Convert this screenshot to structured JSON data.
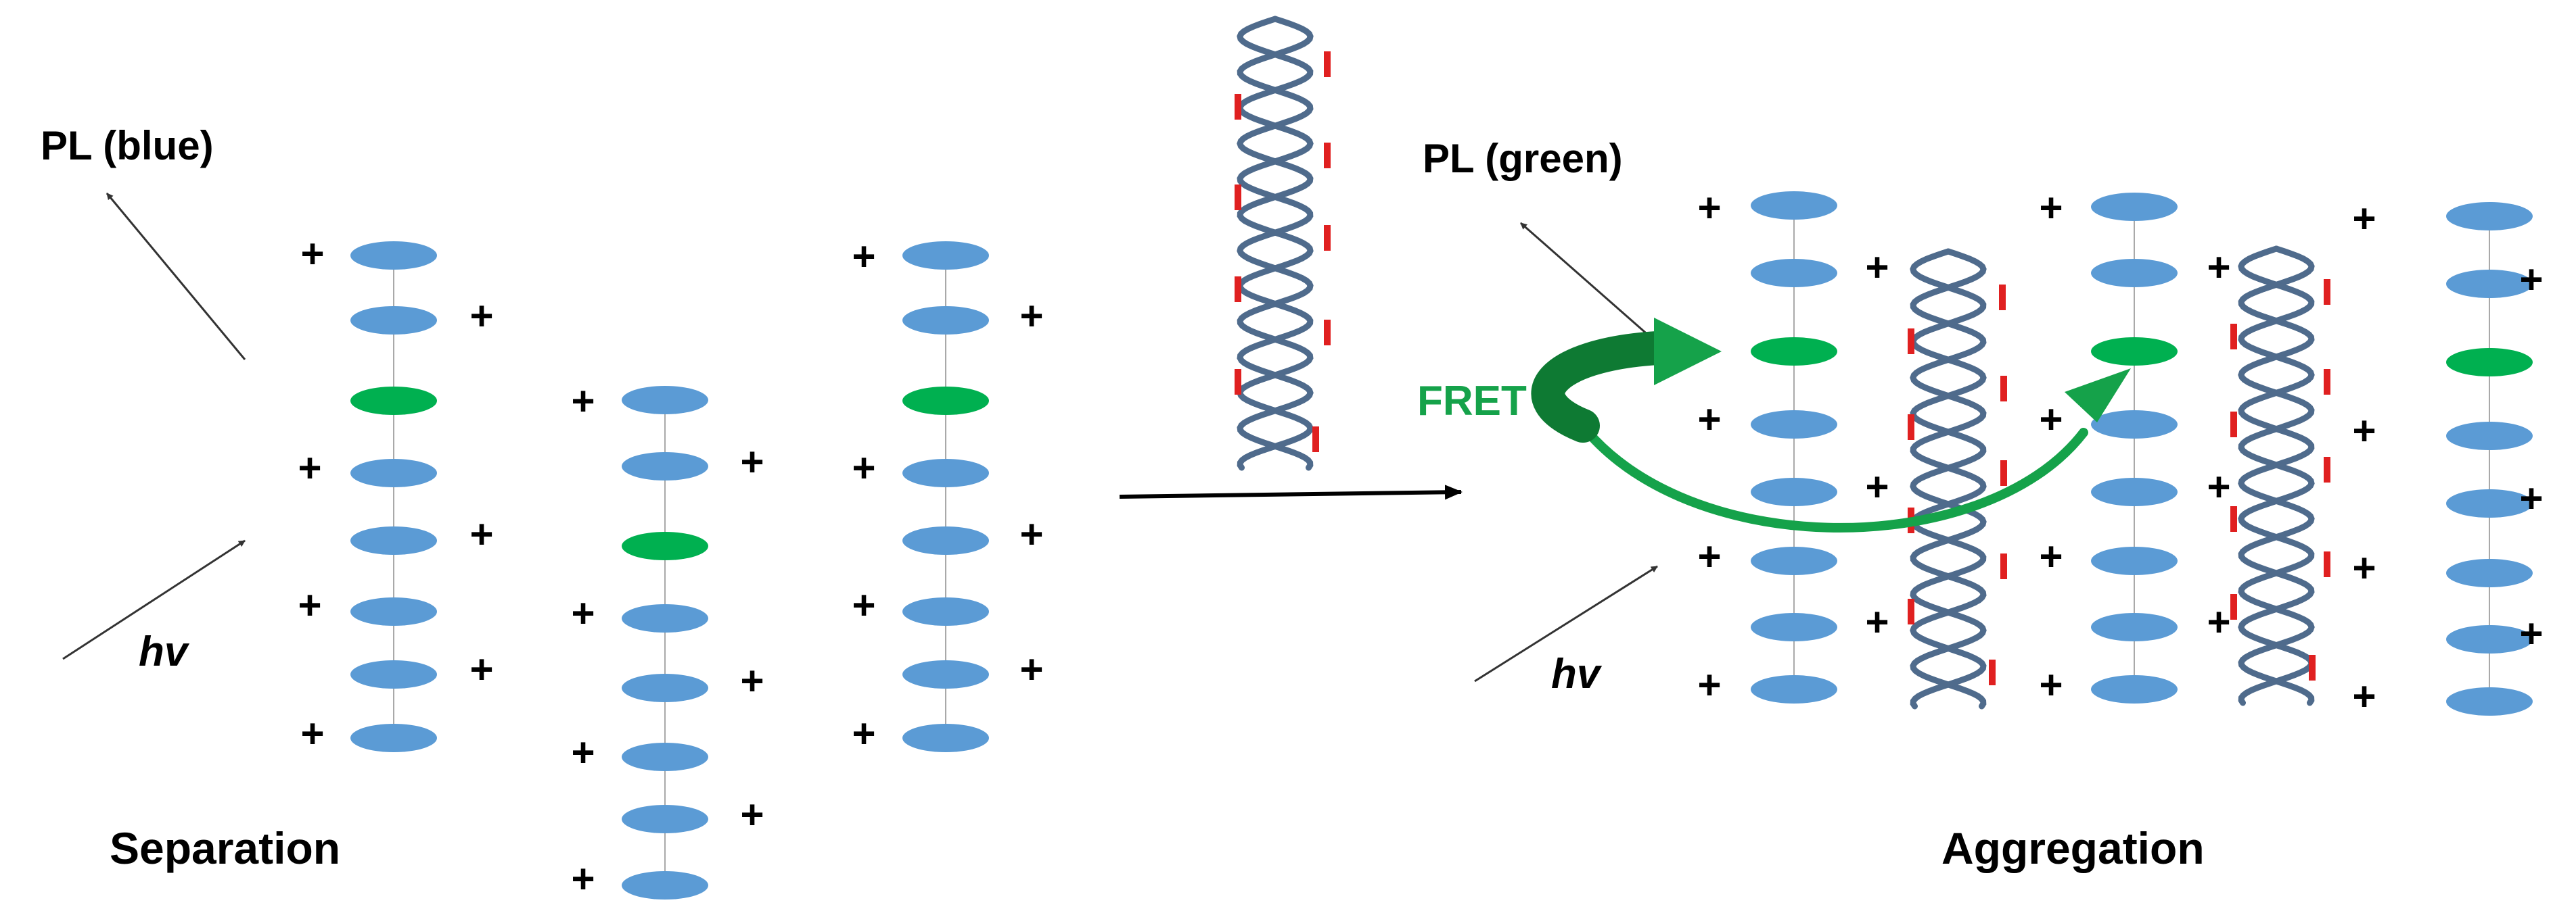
{
  "labels": {
    "pl_blue": "PL (blue)",
    "pl_green": "PL (green)",
    "hv": "hv",
    "separation": "Separation",
    "aggregation": "Aggregation",
    "fret": "FRET"
  },
  "plus_symbol": "+",
  "colors": {
    "blue_unit": "#5B9BD5",
    "green_unit": "#00B050",
    "dna_strand": "#4F6B8C",
    "dna_charge": "#E02020",
    "fret_arrow": "#15A24A",
    "text": "#000000"
  }
}
